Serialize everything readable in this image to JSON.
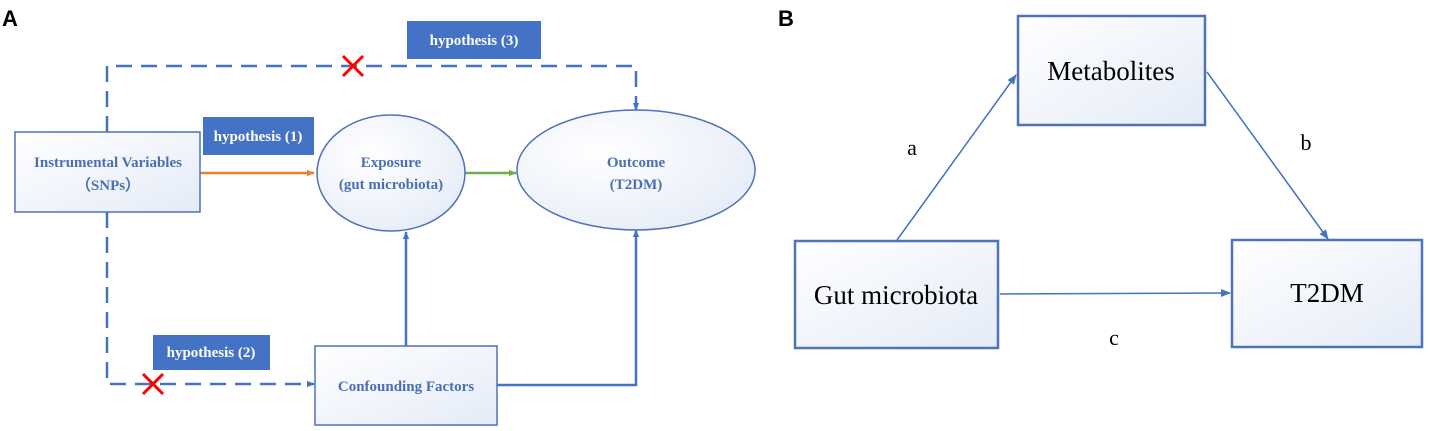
{
  "panel_a": {
    "label": "A",
    "instrumental_variables": {
      "line1": "Instrumental Variables",
      "line2": "（SNPs）"
    },
    "exposure": {
      "line1": "Exposure",
      "line2": "(gut microbiota)"
    },
    "outcome": {
      "line1": "Outcome",
      "line2": "(T2DM)"
    },
    "confounding_factors": "Confounding Factors",
    "hypothesis_1": "hypothesis (1)",
    "hypothesis_2": "hypothesis (2)",
    "hypothesis_3": "hypothesis (3)"
  },
  "panel_b": {
    "label": "B",
    "metabolites": "Metabolites",
    "gut_microbiota": "Gut microbiota",
    "t2dm": "T2DM",
    "edge_a": "a",
    "edge_b": "b",
    "edge_c": "c"
  },
  "colors": {
    "blue": "#4472c4",
    "box_border": "#4f72b8",
    "orange": "#ed7d31",
    "green": "#70ad47",
    "red": "#ff0000"
  }
}
